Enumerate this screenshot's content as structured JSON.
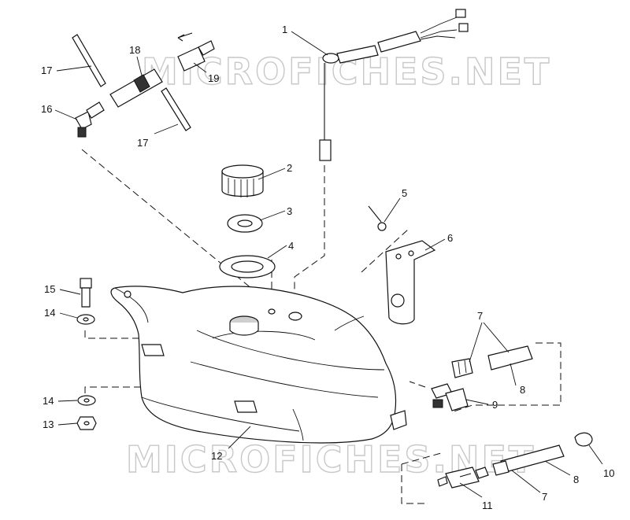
{
  "watermark": {
    "text_top": "MICROFICHES.NET",
    "text_bottom": "MICROFICHES.NET"
  },
  "callouts": {
    "c1": "1",
    "c2": "2",
    "c3": "3",
    "c4": "4",
    "c5": "5",
    "c6": "6",
    "c7a": "7",
    "c7b": "7",
    "c8a": "8",
    "c8b": "8",
    "c9": "9",
    "c10": "10",
    "c11": "11",
    "c12": "12",
    "c13": "13",
    "c14a": "14",
    "c14b": "14",
    "c15": "15",
    "c16": "16",
    "c17a": "17",
    "c17b": "17",
    "c18": "18",
    "c19": "19"
  }
}
